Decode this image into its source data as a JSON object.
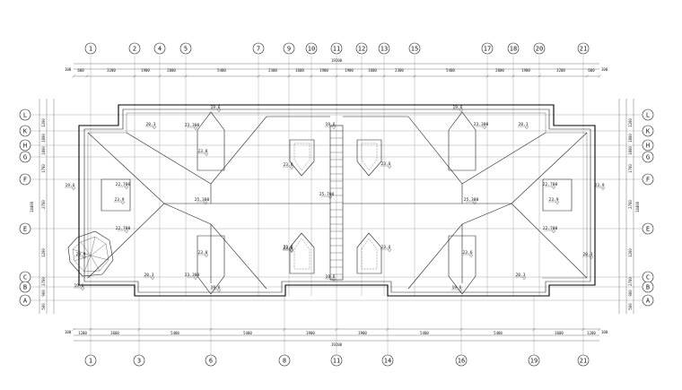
{
  "drawing": {
    "grid_top": [
      "1",
      "2",
      "4",
      "5",
      "7",
      "9",
      "10",
      "11",
      "12",
      "13",
      "15",
      "17",
      "18",
      "20",
      "21"
    ],
    "grid_bottom": [
      "1",
      "3",
      "6",
      "8",
      "11",
      "14",
      "16",
      "19",
      "21"
    ],
    "grid_rows": [
      "L",
      "K",
      "H",
      "G",
      "F",
      "E",
      "C",
      "B",
      "A"
    ],
    "dims_top_total": "19200",
    "dims_top_segments": [
      "600",
      "3200",
      "1900",
      "2000",
      "5400",
      "2300",
      "1600",
      "1900",
      "1900",
      "1600",
      "2300",
      "5400",
      "2000",
      "1900",
      "3200",
      "600"
    ],
    "dims_top_side": "100",
    "dims_bottom_total": "19200",
    "dims_bottom_segments": [
      "1200",
      "3600",
      "5400",
      "5400",
      "3900",
      "3900",
      "5400",
      "5400",
      "3600",
      "1200"
    ],
    "dims_bottom_side": "100",
    "dims_left_total": "14400",
    "dims_left_segments": [
      "1200",
      "1800",
      "1800",
      "1700",
      "2700",
      "1200",
      "2700",
      "900",
      "500"
    ],
    "dims_left_side": "100",
    "dims_right_total": "14400",
    "dims_right_segments": [
      "1200",
      "1800",
      "1800",
      "1700",
      "2700",
      "1200",
      "2700",
      "900",
      "500"
    ],
    "dims_right_side": "100",
    "elev_labels": [
      "19.6",
      "20.3",
      "23.300",
      "23.8",
      "23.8",
      "23.8",
      "23.8",
      "19.6",
      "25.700",
      "25.300",
      "25.300",
      "22.700",
      "22.700",
      "23.9",
      "23.9",
      "19.6",
      "19.6",
      "23.300",
      "23.300",
      "20.3",
      "20.3",
      "19.6",
      "19.6",
      "19.6",
      "28.1",
      "20.3",
      "22.700",
      "22.700",
      "23.9",
      "23.9",
      "19.6",
      "23.6",
      "23.6",
      "23.6",
      "23.6"
    ]
  }
}
